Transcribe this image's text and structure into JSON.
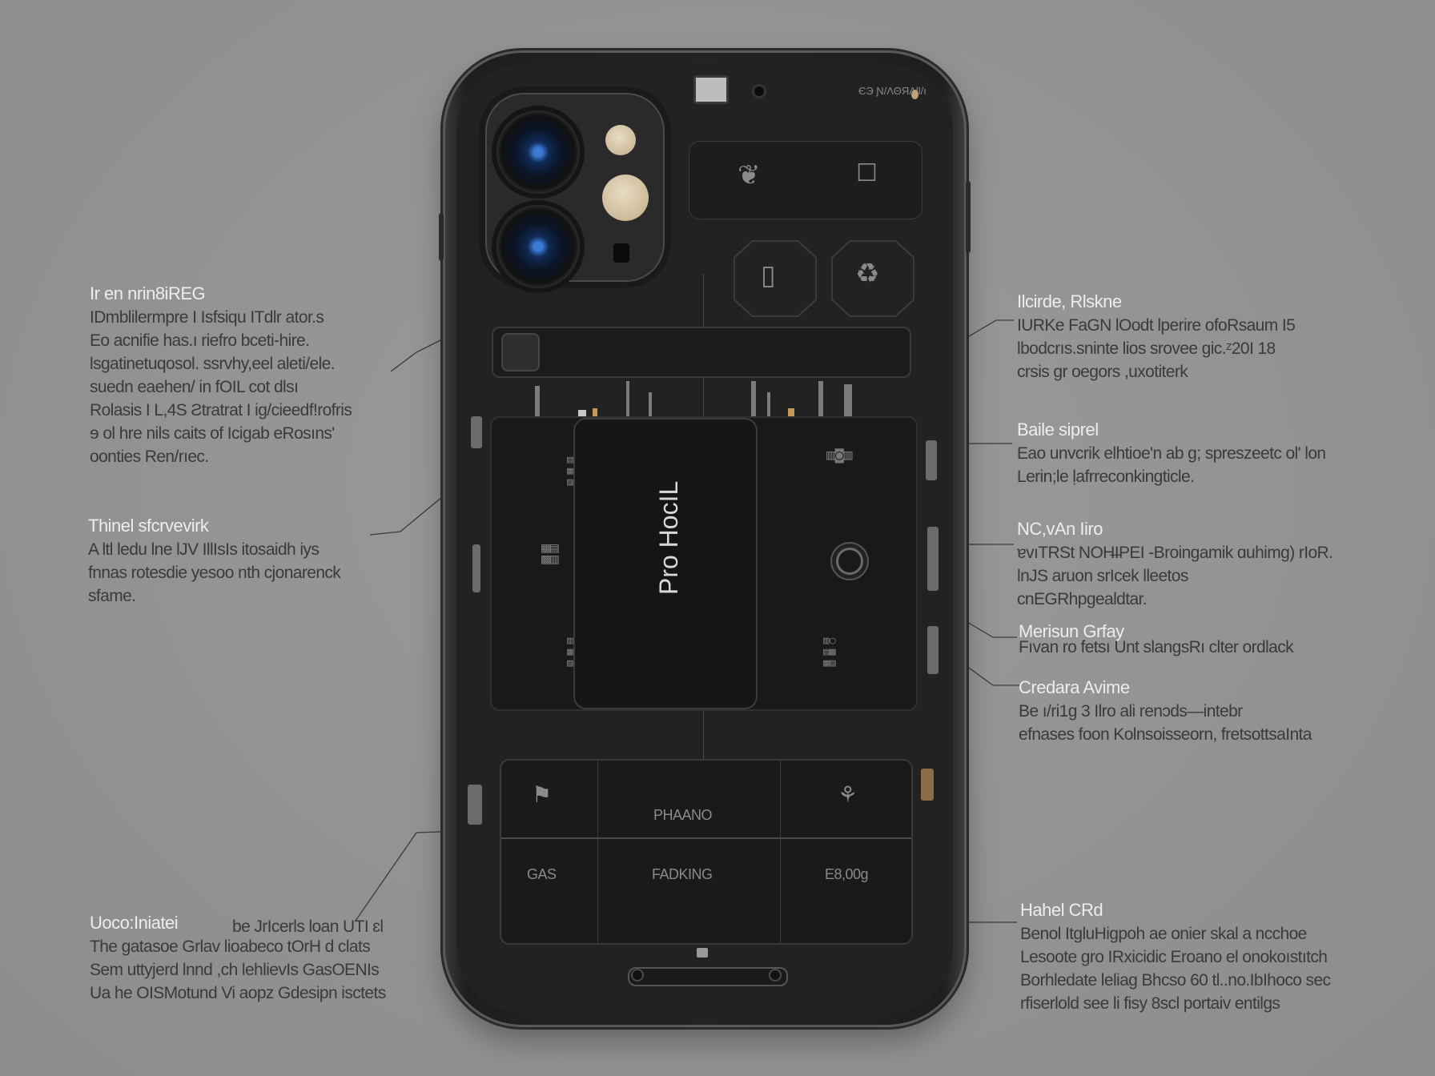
{
  "diagram": {
    "subject": "smartphone exploded rear internal view",
    "background_color": "#939391",
    "phone": {
      "top_label": "ЄЭ Ɲ/ΛΘЯΛll/ı",
      "brand_text": "Pro HocIL",
      "bottom_cells": {
        "top_center": "PHΑANO",
        "left": "GAS",
        "center": "FADKING",
        "right": "E8,00g"
      },
      "icons": [
        "fire-shield-icon",
        "portrait-frame-icon",
        "chip-icon",
        "recycle-box-icon",
        "gear-sensor-icon"
      ]
    }
  },
  "callouts": {
    "left": [
      {
        "title": "Ir en nrin8iREG",
        "lines": [
          "IDmblilermpre I Isfsiqu ITdlr ator.s",
          "Eo acnifie has.ı riefro bceti-hire.",
          "lsgatinetuqosol. ssrvhy,eel aleti/ele.",
          "suedn eaehen/ in fOIL cot dlsı",
          "Rolasis I L,4S Ƨtratrat I ig/cieedf!rofris",
          "ɘ ol hre nils caits of Icigab eRosıns'",
          "oonties Ren/rıec."
        ]
      },
      {
        "title": "Thinel sfcrvevirk",
        "lines": [
          "A ltl ledu lne lJV IllIsIs itosaidh iys",
          "fnnas rotesdie yesoo nth cjonarenck",
          "sfame."
        ]
      },
      {
        "title": "Uoco:Iniatei",
        "aside": "be JrIcerls loan UTI ɛl",
        "lines": [
          "The gatasoe Grlav lioabeco tOrH d clats",
          "Sem uttyjerd lnnd ,ch lehlievIs GasOENIs",
          "Ua he OISMotund Vi aopz Gdesipn isctets"
        ]
      }
    ],
    "right": [
      {
        "title": "Ilcirde, Rlskne",
        "lines": [
          "IURKe FaGN lOodt lperire ofoRsaum I5",
          "lbodcrıs.sninte lios srovee gic.ᶻ20I 18",
          "crsis gr oegors ,uxotiterk"
        ]
      },
      {
        "title": "Baile siprel",
        "lines": [
          "Eao unvcrik elhtioe'n ab g; spreszeetc ol' lon",
          "Lerin;le ḷafrreconkingticle."
        ]
      },
      {
        "title": "NC,vAn  Iiro",
        "lines": [
          "ɐvıTRSt NOH̶IPEI -Broingamik ɑuhimg) rIoR.",
          "lnJS aruon srIcek lleetos",
          "cnEGRhpgealdtar."
        ]
      },
      {
        "title": "Merisun Grfay",
        "lines": [
          "Fıvan ro fetsı Unt slangsRı clter ordlack"
        ]
      },
      {
        "title": "Credara Avime",
        "lines": [
          "Be ı/ri1g 3 Ilro ali renɔds—intebr",
          "efnases foon  Kolnsoisseorn, fretsottsaInta"
        ]
      },
      {
        "title": "Hahel CRd",
        "lines": [
          "Benol ItgluHigpoh ae onier skal a ncchoe",
          "Lesoote gro IRxicidic Eroano el onokoıstıtch",
          "Borhledate leliag Bhcso 60 tl..no.IbIhoco sec",
          "rfiserlold see li fisy 8scl portaiv entilgs"
        ]
      }
    ]
  }
}
